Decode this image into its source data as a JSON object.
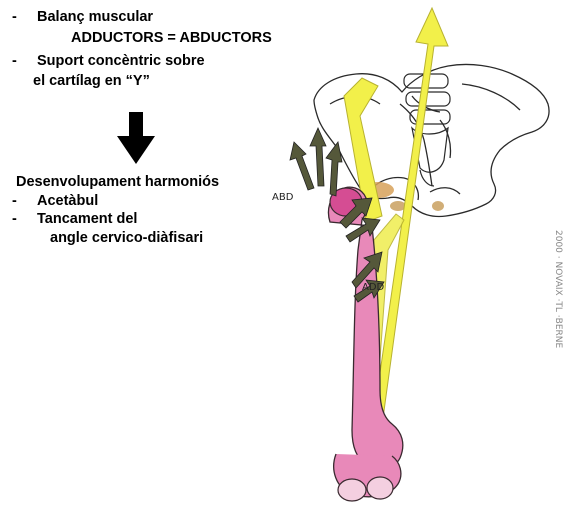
{
  "notes": {
    "bullet": "-",
    "line1": "Balanç muscular",
    "line2": "ADDUCTORS = ABDUCTORS",
    "line3": "Suport concèntric sobre",
    "line4": "el cartílag en “Y”",
    "result_title": "Desenvolupament harmoniós",
    "line5": "Acetàbul",
    "line6": "Tancament del",
    "line7": "angle cervico-diàfisari"
  },
  "drawing": {
    "abd_label": "ABD",
    "add_label": "ADD",
    "side_credit": "2000 · NOVAIX ·TL ·BERNE"
  },
  "colors": {
    "femur": "#e889b9",
    "femur_head": "#d54d93",
    "force_arrow": "#f2f04a",
    "muscle_arrow": "#55583a",
    "outline": "#2a2a2a"
  }
}
